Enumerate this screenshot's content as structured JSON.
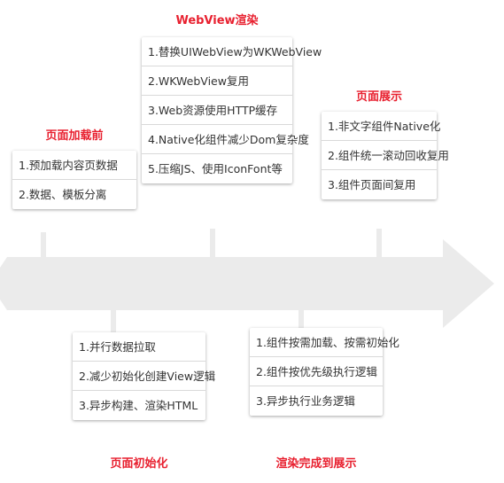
{
  "colors": {
    "title": "#e8202f",
    "arrow": "#ebebeb",
    "text": "#333333"
  },
  "groups": {
    "webview": {
      "title": "WebView渲染",
      "items": [
        "1.替换UIWebView为WKWebView",
        "2.WKWebView复用",
        "3.Web资源使用HTTP缓存",
        "4.Native化组件减少Dom复杂度",
        "5.压缩JS、使用IconFont等"
      ]
    },
    "preload": {
      "title": "页面加载前",
      "items": [
        "1.预加载内容页数据",
        "2.数据、模板分离"
      ]
    },
    "display": {
      "title": "页面展示",
      "items": [
        "1.非文字组件Native化",
        "2.组件统一滚动回收复用",
        "3.组件页面间复用"
      ]
    },
    "init": {
      "title": "页面初始化",
      "items": [
        "1.并行数据拉取",
        "2.减少初始化创建View逻辑",
        "3.异步构建、渲染HTML"
      ]
    },
    "render": {
      "title": "渲染完成到展示",
      "items": [
        "1.组件按需加载、按需初始化",
        "2.组件按优先级执行逻辑",
        "3.异步执行业务逻辑"
      ]
    }
  }
}
